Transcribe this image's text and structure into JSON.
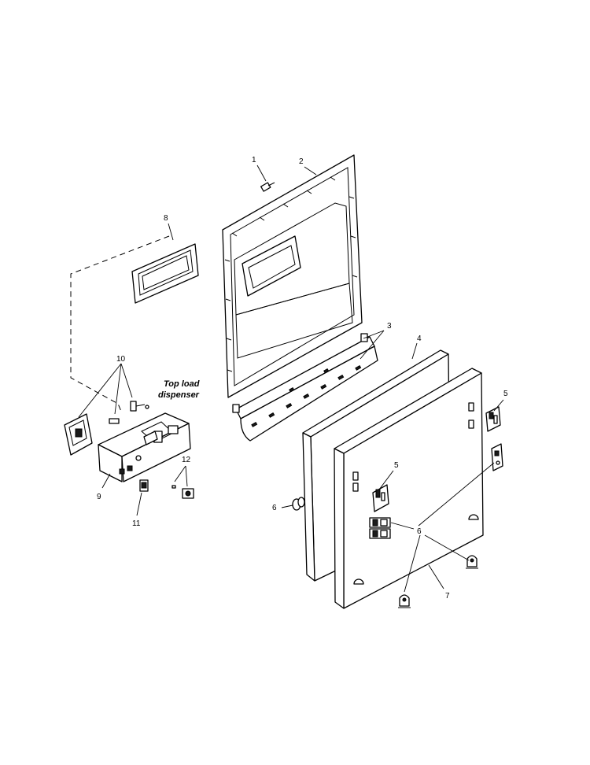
{
  "callouts": {
    "c1": "1",
    "c2": "2",
    "c3": "3",
    "c4": "4",
    "c5": "5",
    "c6": "6",
    "c7": "7",
    "c8": "8",
    "c9": "9",
    "c10": "10",
    "c11": "11",
    "c12": "12"
  },
  "note": {
    "line1": "Top load",
    "line2": "dispenser"
  }
}
